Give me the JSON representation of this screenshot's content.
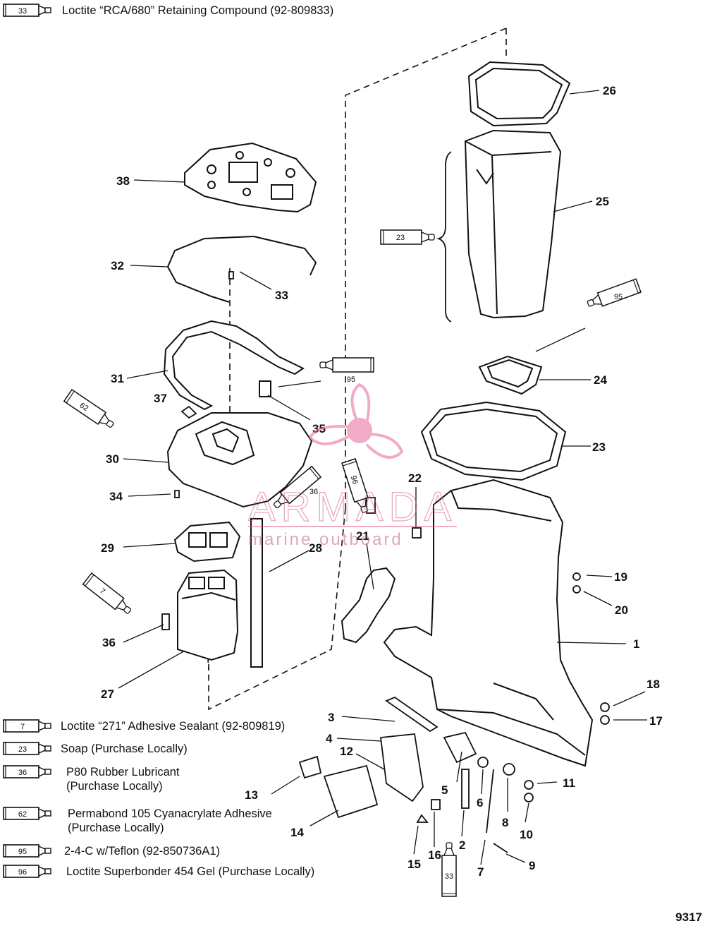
{
  "figure_number": "9317",
  "legend": [
    {
      "code": "33",
      "lines": [
        "Loctite “RCA/680” Retaining Compound (92-809833)"
      ]
    },
    {
      "code": "7",
      "lines": [
        "Loctite “271” Adhesive Sealant (92-809819)"
      ]
    },
    {
      "code": "23",
      "lines": [
        "Soap (Purchase Locally)"
      ]
    },
    {
      "code": "36",
      "lines": [
        "P80 Rubber Lubricant",
        "(Purchase Locally)"
      ]
    },
    {
      "code": "62",
      "lines": [
        "Permabond 105 Cyanacrylate Adhesive",
        "(Purchase Locally)"
      ]
    },
    {
      "code": "95",
      "lines": [
        "2-4-C w/Teflon (92-850736A1)"
      ]
    },
    {
      "code": "96",
      "lines": [
        "Loctite Superbonder 454 Gel (Purchase Locally)"
      ]
    }
  ],
  "callouts": [
    "1",
    "2",
    "3",
    "4",
    "5",
    "6",
    "7",
    "8",
    "9",
    "10",
    "11",
    "12",
    "13",
    "14",
    "15",
    "16",
    "17",
    "18",
    "19",
    "20",
    "21",
    "22",
    "23",
    "24",
    "25",
    "26",
    "27",
    "28",
    "29",
    "30",
    "31",
    "32",
    "33",
    "34",
    "35",
    "36",
    "37",
    "38"
  ],
  "diagram_tubes": [
    "23",
    "95",
    "95",
    "62",
    "96",
    "36",
    "7",
    "33"
  ],
  "watermark": {
    "brand": "ARMADA",
    "tagline": "marine outboard"
  }
}
